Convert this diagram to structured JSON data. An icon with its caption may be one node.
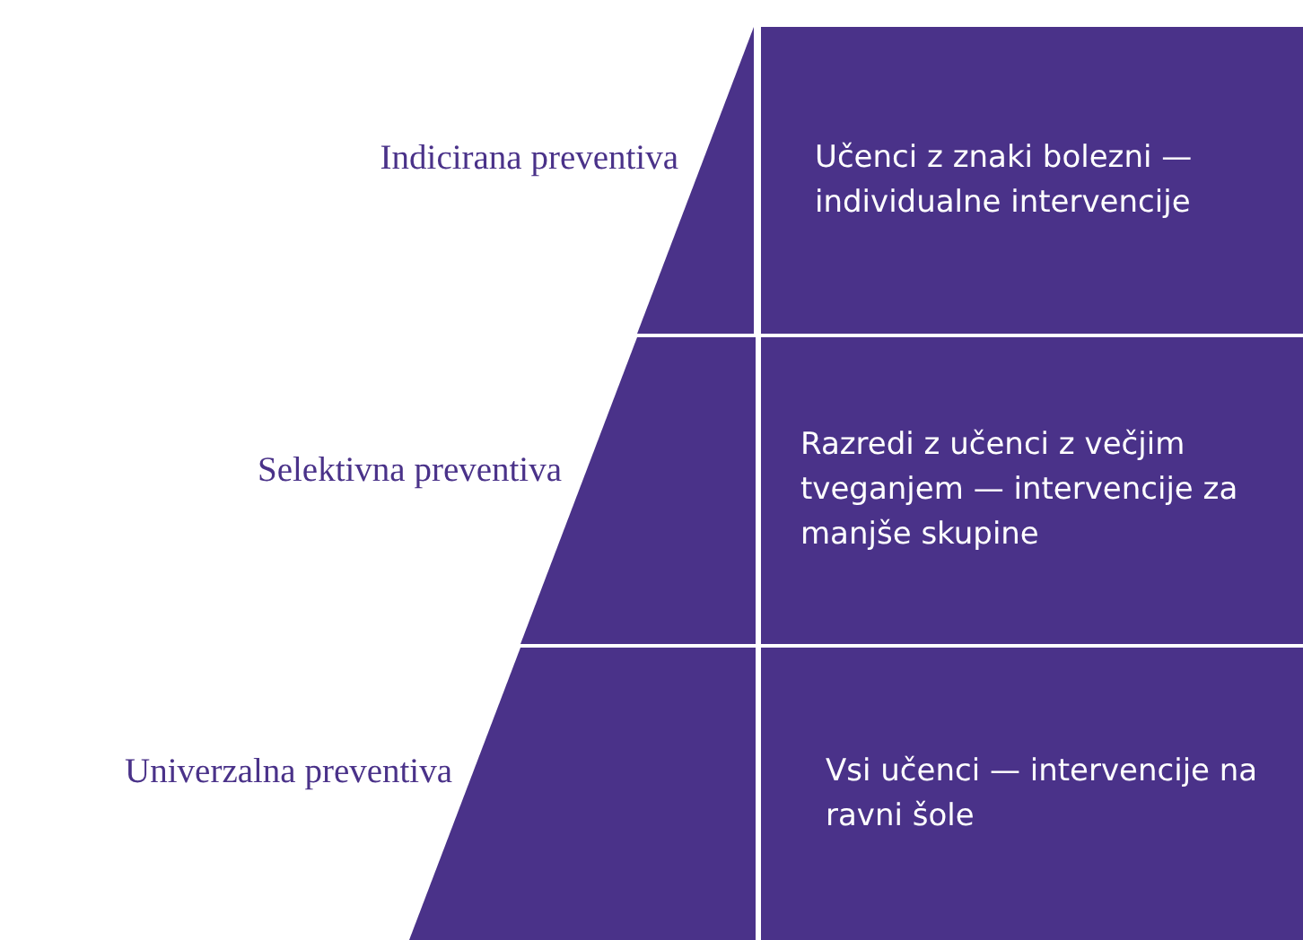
{
  "diagram": {
    "nodes": [
      {
        "text": [
          "Indicirana preventiva"
        ]
      },
      {
        "text": [
          "Učenci z znaki bolezni — individualne intervencije"
        ]
      },
      {
        "text": [
          "Selektivna preventiva"
        ]
      },
      {
        "text": [
          "Razredi z učenci z večjim tveganjem — intervencije za manjše skupine"
        ]
      },
      {
        "text": [
          "Univerzalna preventiva"
        ]
      },
      {
        "text": [
          "Vsi učenci — intervencije na ravni šole"
        ]
      }
    ]
  }
}
